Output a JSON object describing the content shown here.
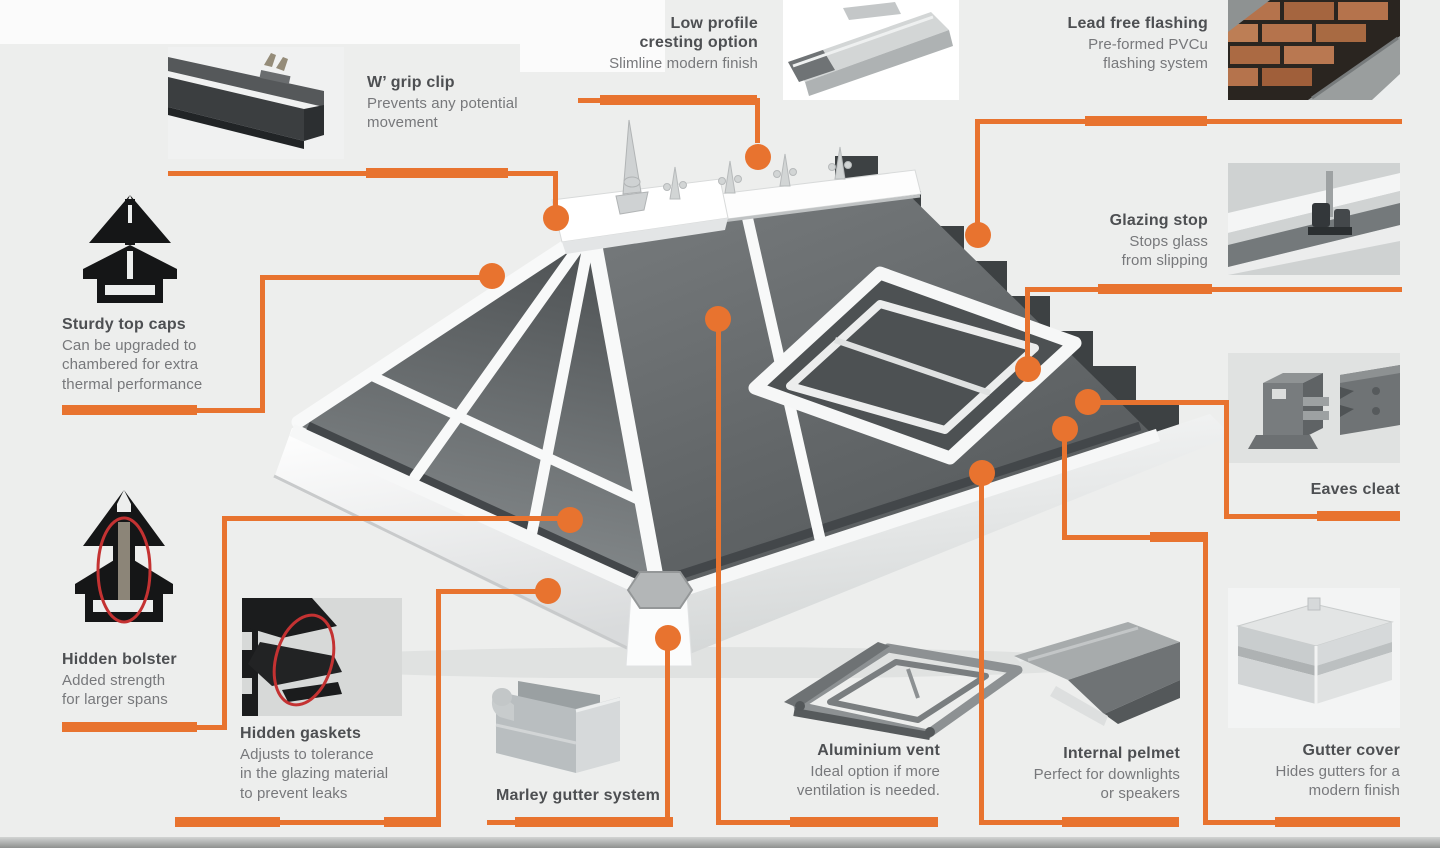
{
  "colors": {
    "accent": "#E8732F",
    "background": "#EDEEED",
    "heading": "#4D4F52",
    "body_text": "#77787B",
    "glass": "#6b7072",
    "flashing_steps": "#3d4143",
    "frame_white": "#fbfcfc"
  },
  "callouts": {
    "grip_clip": {
      "title": "W’ grip clip",
      "description": "Prevents any potential\nmovement"
    },
    "cresting": {
      "title": "Low profile\ncresting option",
      "description": "Slimline modern finish"
    },
    "lead_flashing": {
      "title": "Lead free flashing",
      "description": "Pre-formed PVCu\nflashing system"
    },
    "glazing_stop": {
      "title": "Glazing stop",
      "description": "Stops glass\nfrom slipping"
    },
    "top_caps": {
      "title": "Sturdy top caps",
      "description": "Can be upgraded to\nchambered for extra\nthermal performance"
    },
    "eaves_cleat": {
      "title": "Eaves cleat",
      "description": ""
    },
    "hidden_bolster": {
      "title": "Hidden bolster",
      "description": "Added strength\nfor larger spans"
    },
    "hidden_gaskets": {
      "title": "Hidden gaskets",
      "description": "Adjusts to tolerance\nin the glazing material\nto prevent leaks"
    },
    "marley_gutter": {
      "title": "Marley gutter system",
      "description": ""
    },
    "aluminium_vent": {
      "title": "Aluminium vent",
      "description": "Ideal option if more\nventilation is needed."
    },
    "internal_pelmet": {
      "title": "Internal pelmet",
      "description": "Perfect for downlights\nor speakers"
    },
    "gutter_cover": {
      "title": "Gutter cover",
      "description": "Hides gutters for a\nmodern finish"
    }
  }
}
